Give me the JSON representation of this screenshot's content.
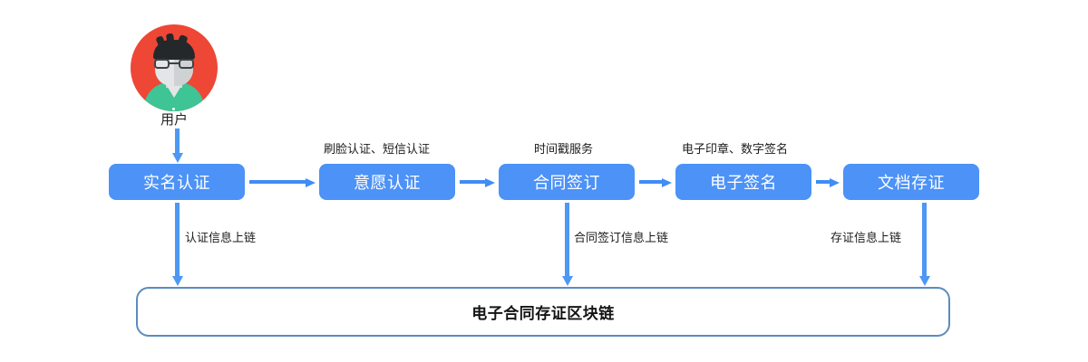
{
  "diagram": {
    "type": "flowchart",
    "title_visible": false,
    "colors": {
      "box_fill": "#4c92f7",
      "box_text": "#ffffff",
      "arrow": "#4d97f5",
      "chain_border": "#5b8cbe",
      "avatar_bg": "#ee4736",
      "avatar_shirt": "#3ec495",
      "caption_text": "#1c1c1c"
    },
    "actor": {
      "icon": "user-avatar-icon",
      "label": "用户"
    },
    "steps": [
      {
        "id": "realname",
        "label": "实名认证",
        "top_caption": ""
      },
      {
        "id": "intent",
        "label": "意愿认证",
        "top_caption": "刷脸认证、短信认证"
      },
      {
        "id": "sign",
        "label": "合同签订",
        "top_caption": "时间戳服务"
      },
      {
        "id": "esign",
        "label": "电子签名",
        "top_caption": "电子印章、数字签名"
      },
      {
        "id": "deposit",
        "label": "文档存证",
        "top_caption": ""
      }
    ],
    "chain_links": [
      {
        "id": "link-auth",
        "label": "认证信息上链",
        "from_step": "实名认证",
        "label_side": "right"
      },
      {
        "id": "link-sign",
        "label": "合同签订信息上链",
        "from_step": "合同签订",
        "label_side": "right"
      },
      {
        "id": "link-deposit",
        "label": "存证信息上链",
        "from_step": "文档存证",
        "label_side": "left"
      }
    ],
    "chain": {
      "label": "电子合同存证区块链"
    }
  }
}
